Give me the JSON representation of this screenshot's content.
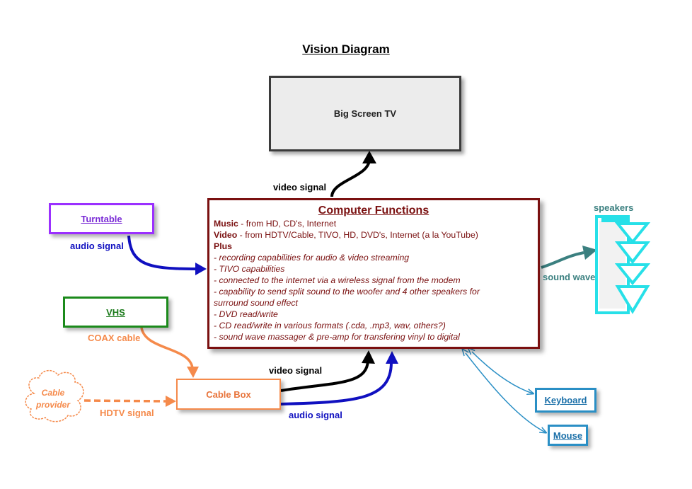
{
  "title": "Vision Diagram",
  "nodes": {
    "tv": "Big Screen TV",
    "turntable": "Turntable",
    "vhs": "VHS",
    "cable_box": "Cable Box",
    "keyboard": "Keyboard",
    "mouse": "Mouse",
    "cable_provider_line1": "Cable",
    "cable_provider_line2": "provider",
    "speakers": "speakers"
  },
  "computer_functions": {
    "title": "Computer Functions",
    "music_label": "Music",
    "music_text": " - from HD, CD's, Internet",
    "video_label": "Video",
    "video_text": " - from HDTV/Cable, TIVO, HD, DVD's, Internet (a la YouTube)",
    "plus_label": "Plus",
    "items": [
      "- recording capabilities for audio & video streaming",
      "- TIVO capabilities",
      "- connected to the internet via a wireless signal from the modem",
      "- capability to send split sound to the woofer and 4 other speakers for",
      "surround sound effect",
      "- DVD read/write",
      "- CD read/write in various formats (.cda, .mp3, wav, others?)",
      "- sound wave massager & pre-amp for transfering vinyl to digital"
    ]
  },
  "edge_labels": {
    "video_to_tv": "video signal",
    "turntable_audio": "audio signal",
    "coax": "COAX cable",
    "hdtv": "HDTV signal",
    "cablebox_video": "video signal",
    "cablebox_audio": "audio signal",
    "sound_wave": "sound wave"
  },
  "colors": {
    "computer": "#7a1010",
    "turntable": "#9b30ff",
    "vhs": "#1b8a1b",
    "cable": "#f58a4b",
    "audio": "#1010c0",
    "video": "#000000",
    "input_devices": "#2a8fc5",
    "speakers": "#27e0e8",
    "sound_wave": "#3b8080"
  }
}
